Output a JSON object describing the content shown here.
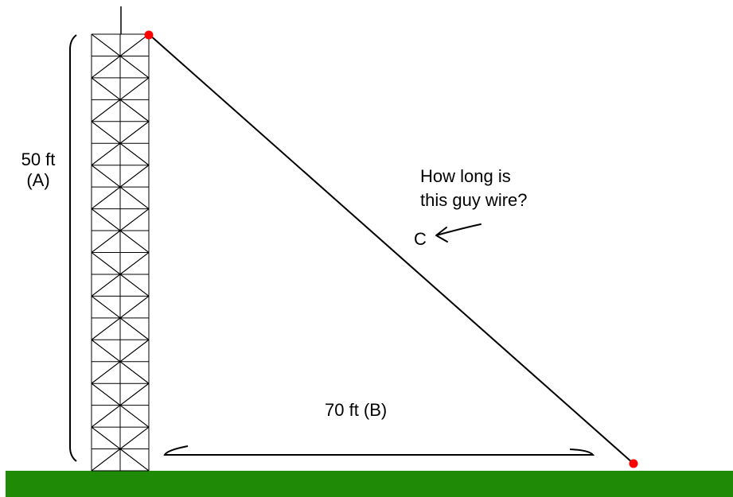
{
  "diagram": {
    "height_label": {
      "value": "50 ft",
      "letter": "(A)"
    },
    "base_label": "70 ft (B)",
    "question": {
      "line1": "How long is",
      "line2": "this guy wire?"
    },
    "wire_letter": "C"
  },
  "colors": {
    "ground": "#1f8a06",
    "anchor_point": "#ff0000",
    "lines": "#000000",
    "background": "#ffffff"
  },
  "icons": [
    "red-anchor-dot",
    "arrow-icon"
  ]
}
